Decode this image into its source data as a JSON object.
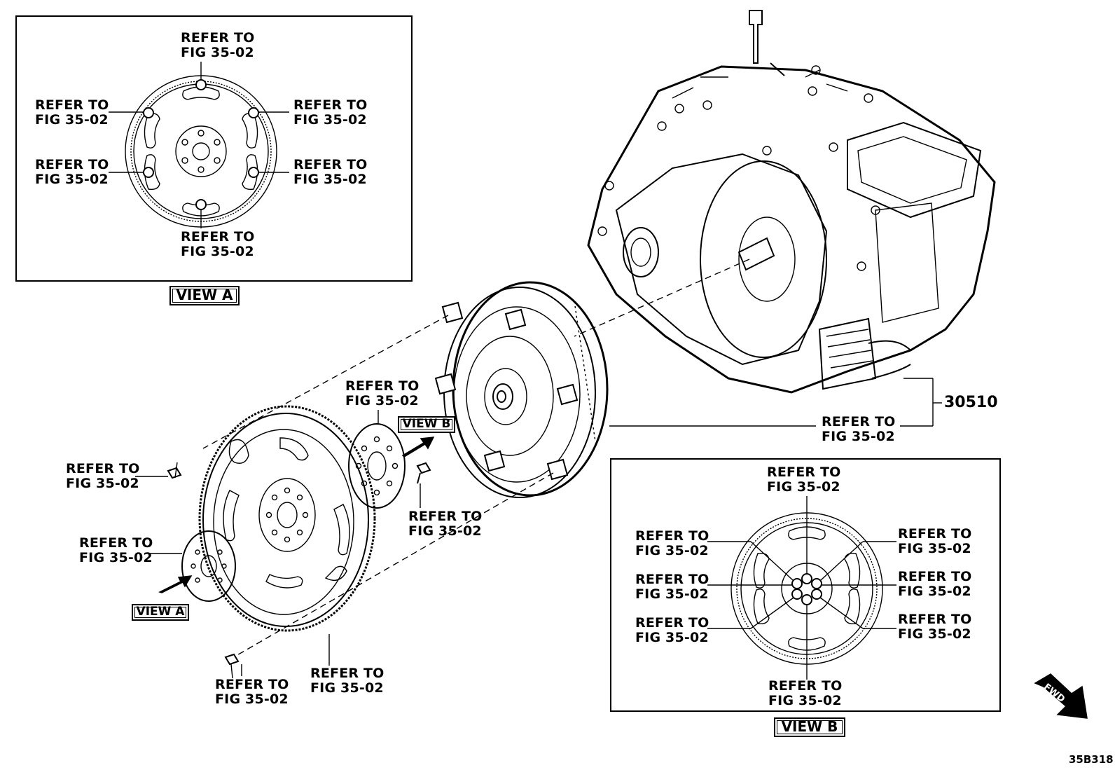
{
  "callout_text": {
    "line1": "REFER TO",
    "line2": "FIG 35-02"
  },
  "view_a_label": "VIEW A",
  "view_b_label": "VIEW B",
  "part_number": "30510",
  "drawing_code": "35B318",
  "direction_marker": "FWD",
  "view_a_box": {
    "callouts": [
      "top",
      "upper-left",
      "upper-right",
      "lower-left",
      "lower-right",
      "bottom"
    ]
  },
  "view_b_box": {
    "callouts": [
      "top",
      "upper-left",
      "upper-right",
      "middle-left",
      "middle-right",
      "lower-left",
      "lower-right",
      "bottom"
    ]
  },
  "main_callouts": [
    "view-b-plate",
    "flywheel-bolt",
    "view-a-plate",
    "plate-bolt",
    "lower-bolt",
    "ring-gear",
    "torque-converter"
  ]
}
